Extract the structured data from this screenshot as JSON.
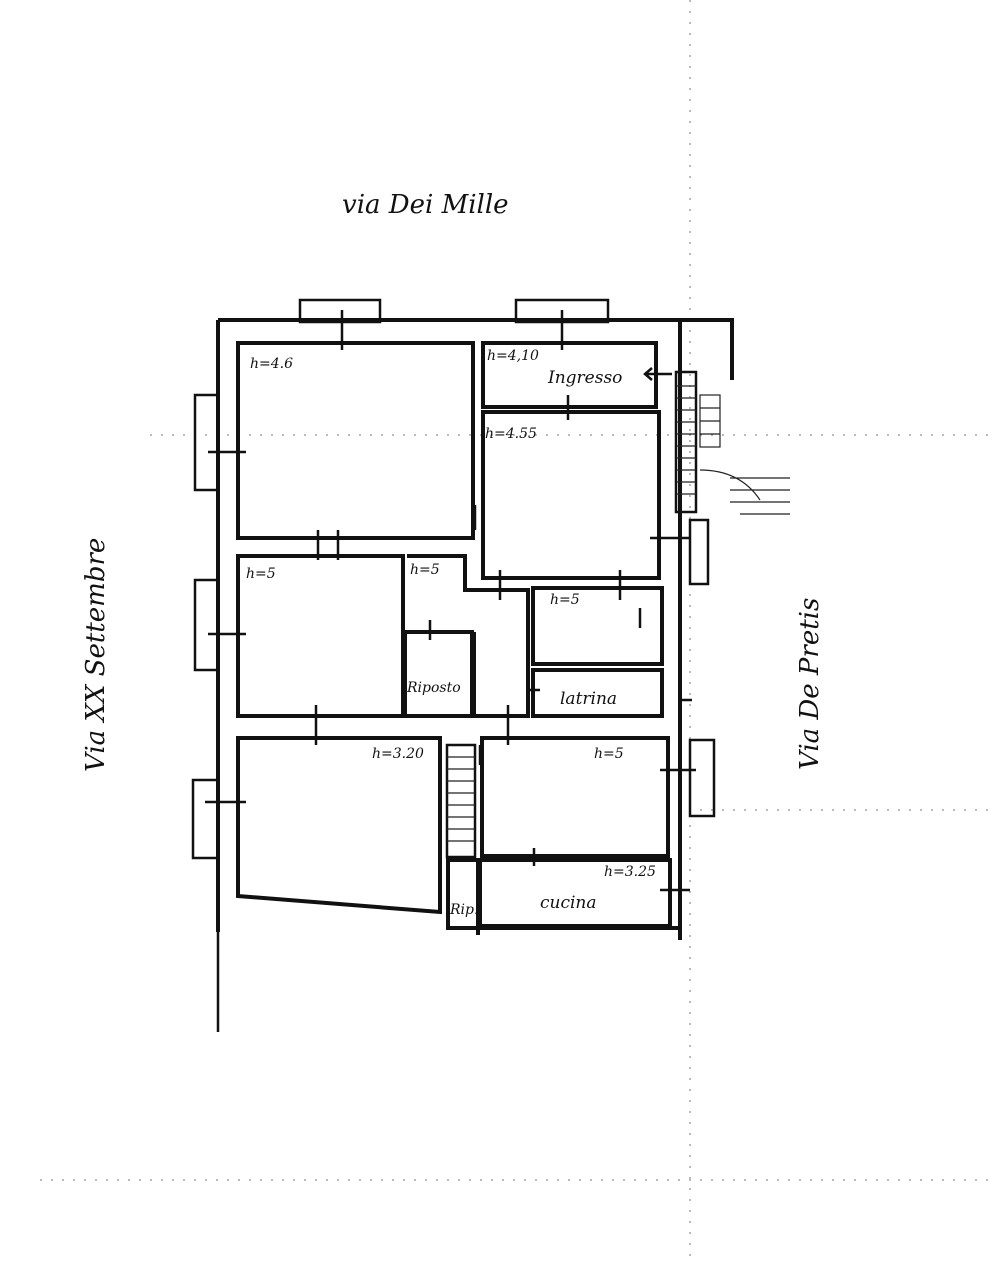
{
  "streets": {
    "north": "via Dei Mille",
    "west": "Via XX Settembre",
    "east": "Via De Pretis"
  },
  "rooms": [
    {
      "id": "room-nw",
      "height": "h=4.6",
      "name": ""
    },
    {
      "id": "ingresso",
      "height": "h=4,10",
      "name": "Ingresso"
    },
    {
      "id": "room-ne",
      "height": "h=4.55",
      "name": ""
    },
    {
      "id": "room-w",
      "height": "h=5",
      "name": ""
    },
    {
      "id": "corridor",
      "height": "h=5",
      "name": ""
    },
    {
      "id": "ripostiglio",
      "height": "",
      "name": "Riposto"
    },
    {
      "id": "room-e-small",
      "height": "h=5",
      "name": ""
    },
    {
      "id": "latrina",
      "height": "",
      "name": "latrina"
    },
    {
      "id": "room-sw",
      "height": "h=3.20",
      "name": ""
    },
    {
      "id": "room-se",
      "height": "h=5",
      "name": ""
    },
    {
      "id": "cucina",
      "height": "h=3.25",
      "name": "cucina"
    },
    {
      "id": "rip-small",
      "height": "",
      "name": "Rip."
    }
  ]
}
